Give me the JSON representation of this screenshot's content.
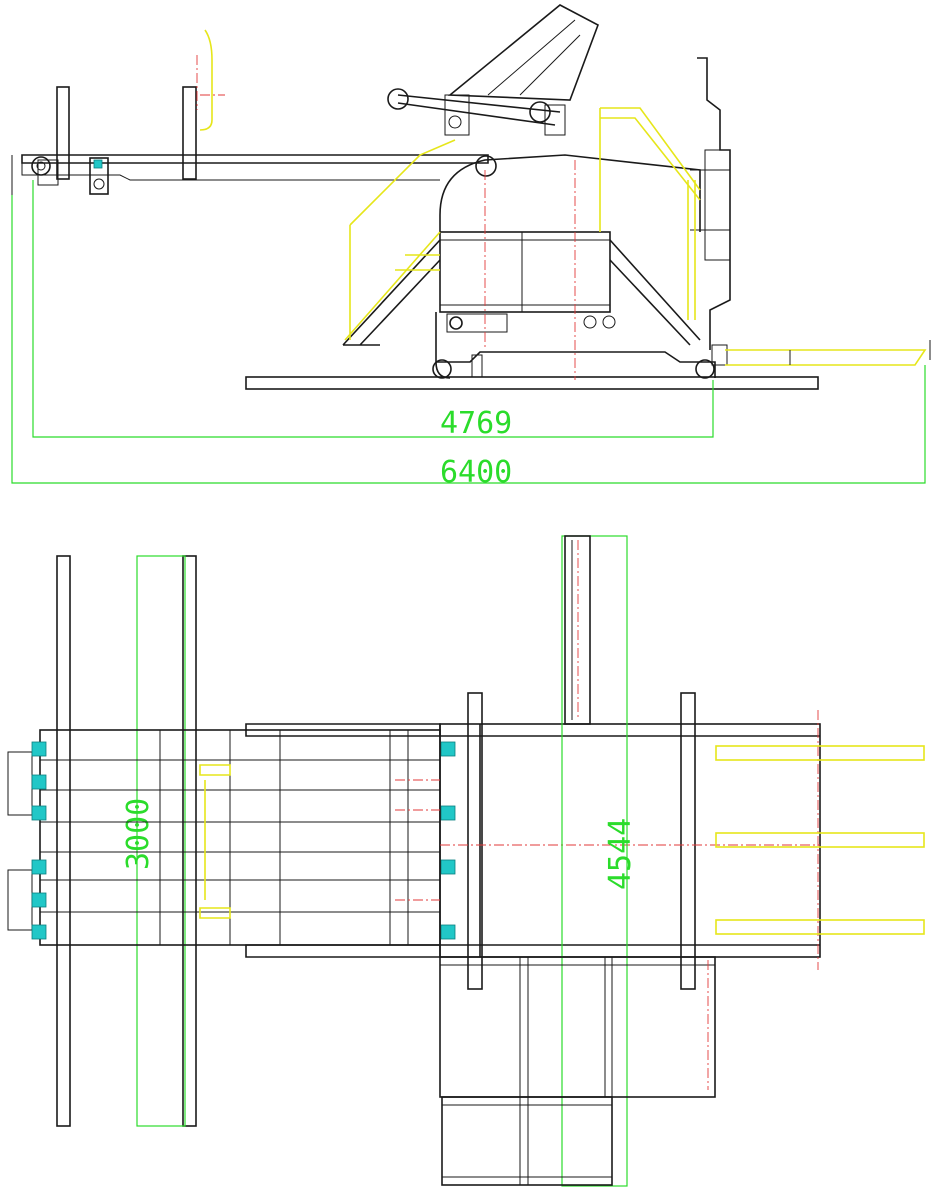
{
  "views": {
    "side_view": {
      "dimensions": [
        {
          "id": "dim-4769",
          "value": "4769"
        },
        {
          "id": "dim-6400",
          "value": "6400"
        }
      ]
    },
    "plan_view": {
      "dimensions": [
        {
          "id": "dim-3000",
          "value": "3000"
        },
        {
          "id": "dim-4544",
          "value": "4544"
        }
      ]
    }
  },
  "colors": {
    "outline": "#1a1a1a",
    "dimension": "#2bdc2b",
    "auxiliary": "#e6e61a",
    "centerline": "#e23a3a",
    "component": "#21c7c7"
  }
}
